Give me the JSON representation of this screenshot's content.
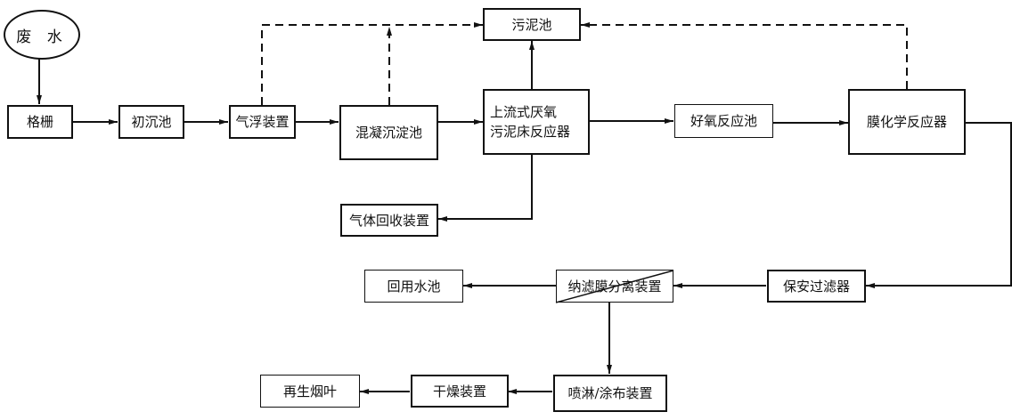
{
  "diagram": {
    "type": "process-flow",
    "title": "",
    "nodes": {
      "wastewater": "废 水",
      "grille": "格栅",
      "primary_settling": "初沉池",
      "air_flotation": "气浮装置",
      "coagulation_settling": "混凝沉淀池",
      "uasb_line1": "上流式厌氧",
      "uasb_line2": "污泥床反应器",
      "sludge_tank": "污泥池",
      "aerobic_tank": "好氧反应池",
      "membrane_reactor": "膜化学反应器",
      "gas_recovery": "气体回收装置",
      "security_filter": "保安过滤器",
      "nanofiltration": "纳滤膜分离装置",
      "reuse_pool": "回用水池",
      "spray_coating": "喷淋/涂布装置",
      "drying": "干燥装置",
      "reconstituted_tobacco": "再生烟叶"
    },
    "edges": [
      {
        "from": "废 水",
        "to": "格栅",
        "style": "solid"
      },
      {
        "from": "格栅",
        "to": "初沉池",
        "style": "solid"
      },
      {
        "from": "初沉池",
        "to": "气浮装置",
        "style": "solid"
      },
      {
        "from": "气浮装置",
        "to": "混凝沉淀池",
        "style": "solid"
      },
      {
        "from": "混凝沉淀池",
        "to": "上流式厌氧污泥床反应器",
        "style": "solid"
      },
      {
        "from": "上流式厌氧污泥床反应器",
        "to": "好氧反应池",
        "style": "solid"
      },
      {
        "from": "好氧反应池",
        "to": "膜化学反应器",
        "style": "solid"
      },
      {
        "from": "膜化学反应器",
        "to": "保安过滤器",
        "style": "solid"
      },
      {
        "from": "保安过滤器",
        "to": "纳滤膜分离装置",
        "style": "solid"
      },
      {
        "from": "纳滤膜分离装置",
        "to": "回用水池",
        "style": "solid"
      },
      {
        "from": "纳滤膜分离装置",
        "to": "喷淋/涂布装置",
        "style": "solid"
      },
      {
        "from": "喷淋/涂布装置",
        "to": "干燥装置",
        "style": "solid"
      },
      {
        "from": "干燥装置",
        "to": "再生烟叶",
        "style": "solid"
      },
      {
        "from": "上流式厌氧污泥床反应器",
        "to": "气体回收装置",
        "style": "solid"
      },
      {
        "from": "上流式厌氧污泥床反应器",
        "to": "污泥池",
        "style": "solid"
      },
      {
        "from": "气浮装置",
        "to": "污泥池",
        "style": "dashed"
      },
      {
        "from": "混凝沉淀池",
        "to": "污泥池",
        "style": "dashed"
      },
      {
        "from": "膜化学反应器",
        "to": "污泥池",
        "style": "dashed"
      }
    ]
  }
}
